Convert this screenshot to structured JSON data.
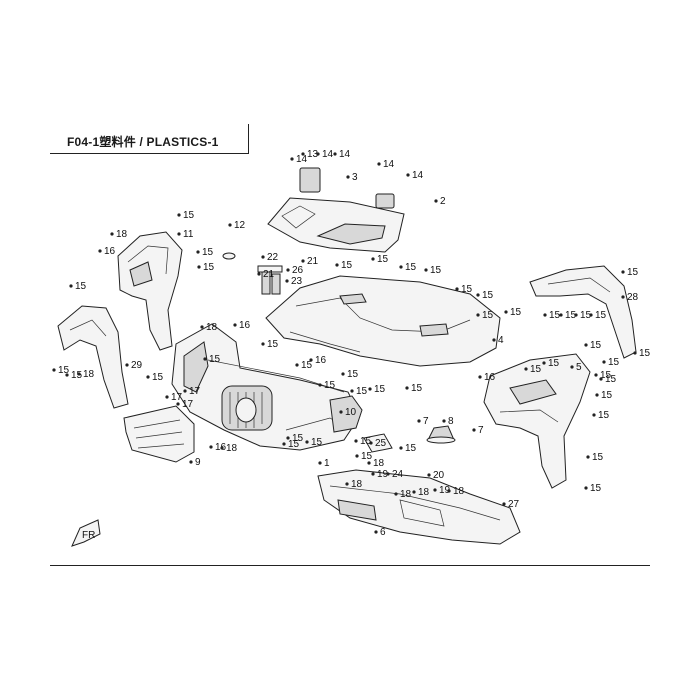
{
  "header": {
    "title": "F04-1塑料件 / PLASTICS-1"
  },
  "callouts": [
    "13",
    "14",
    "14",
    "14",
    "3",
    "14",
    "14",
    "2",
    "15",
    "18",
    "11",
    "16",
    "15",
    "12",
    "22",
    "21",
    "26",
    "23",
    "15",
    "21",
    "15",
    "15",
    "15",
    "15",
    "15",
    "15",
    "15",
    "28",
    "15",
    "15",
    "15",
    "15",
    "15",
    "29",
    "15",
    "15",
    "15",
    "18",
    "15",
    "17",
    "15",
    "18",
    "16",
    "17",
    "15",
    "16",
    "15",
    "4",
    "15",
    "15",
    "15",
    "15",
    "5",
    "15",
    "15",
    "16",
    "15",
    "15",
    "15",
    "15",
    "7",
    "8",
    "7",
    "25",
    "15",
    "15",
    "15",
    "18",
    "15",
    "15",
    "19",
    "24",
    "18",
    "20",
    "18",
    "19",
    "18",
    "27",
    "6",
    "18",
    "17",
    "9",
    "18",
    "15",
    "10",
    "15",
    "15",
    "16",
    "15",
    "1",
    "15",
    "15",
    "15",
    "15"
  ],
  "icons": {
    "front_arrow": "front-direction-arrow-icon"
  }
}
